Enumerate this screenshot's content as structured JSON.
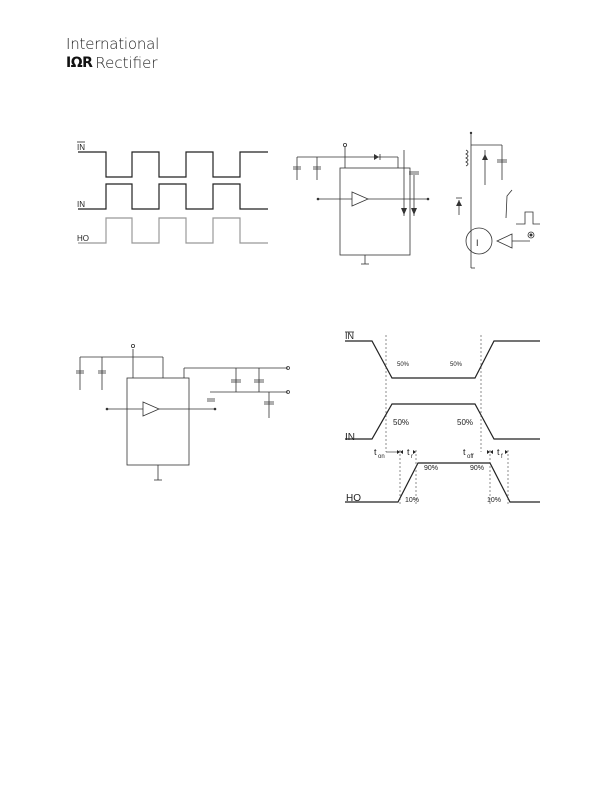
{
  "logo": {
    "line1": "International",
    "mark": "IΩR",
    "line2": "Rectifier"
  },
  "fig_timing": {
    "in_bar": "IN",
    "in": "IN",
    "ho": "HO"
  },
  "fig_switch": {
    "in_bar": "IN",
    "in": "IN",
    "ho": "HO",
    "p50a": "50%",
    "p50b": "50%",
    "p50c": "50%",
    "p50d": "50%",
    "p90a": "90%",
    "p90b": "90%",
    "p10a": "10%",
    "p10b": "10%",
    "ton": "on",
    "toff": "off",
    "t": "t",
    "r": "r",
    "f": "f"
  }
}
